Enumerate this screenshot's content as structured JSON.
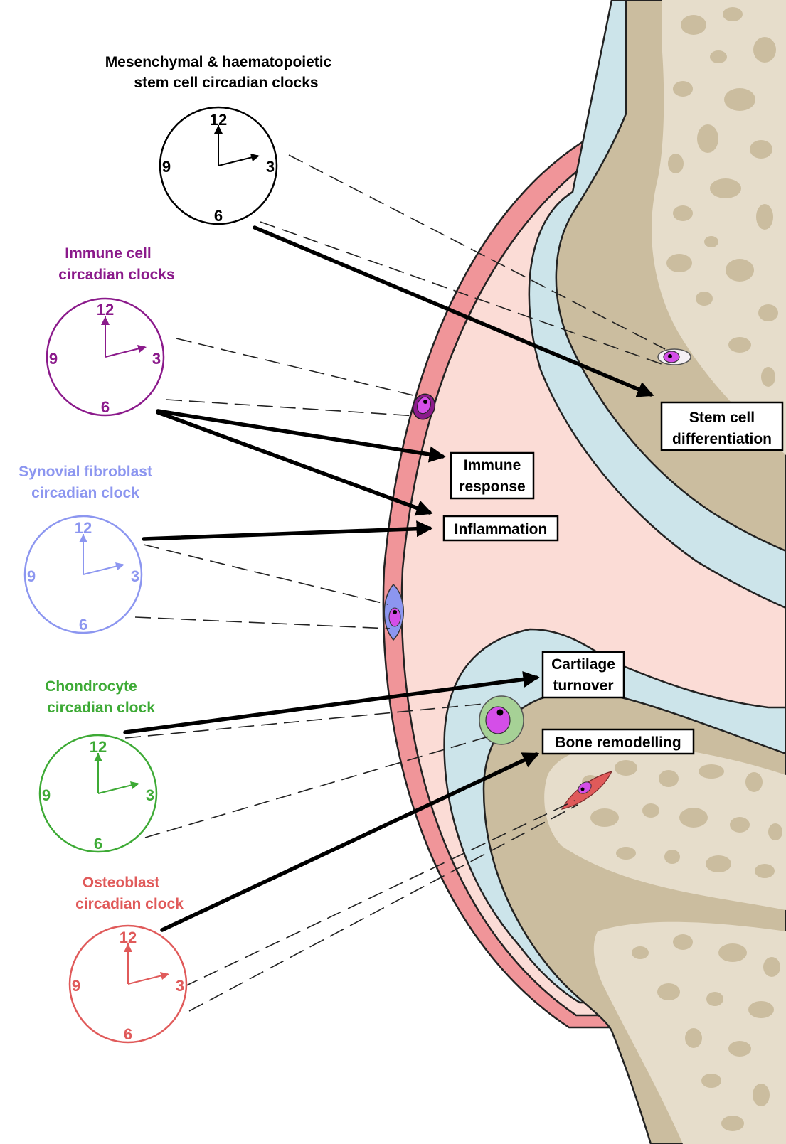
{
  "colors": {
    "bone_outer": "#cbbd9f",
    "bone_inner": "#e6ddcb",
    "bone_pore": "#cbbd9f",
    "cartilage": "#cce4ea",
    "synovial_fluid": "#fbdcd6",
    "capsule": "#f09599",
    "outline": "#222222",
    "stem": "#000000",
    "immune": "#8b1a8b",
    "fibroblast": "#8c96f0",
    "chondrocyte": "#3daa35",
    "osteoblast": "#e05a5a",
    "nucleus": "#d44ee8"
  },
  "clocks": [
    {
      "key": "stem",
      "title_lines": [
        "Mesenchymal & haematopoietic",
        "stem cell circadian clocks"
      ],
      "numerals": {
        "n12": "12",
        "n3": "3",
        "n6": "6",
        "n9": "9"
      },
      "color": "#000000"
    },
    {
      "key": "immune",
      "title_lines": [
        "Immune cell",
        "circadian clocks"
      ],
      "numerals": {
        "n12": "12",
        "n3": "3",
        "n6": "6",
        "n9": "9"
      },
      "color": "#8b1a8b"
    },
    {
      "key": "fibroblast",
      "title_lines": [
        "Synovial fibroblast",
        "circadian clock"
      ],
      "numerals": {
        "n12": "12",
        "n3": "3",
        "n6": "6",
        "n9": "9"
      },
      "color": "#8c96f0"
    },
    {
      "key": "chondrocyte",
      "title_lines": [
        "Chondrocyte",
        "circadian clock"
      ],
      "numerals": {
        "n12": "12",
        "n3": "3",
        "n6": "6",
        "n9": "9"
      },
      "color": "#3daa35"
    },
    {
      "key": "osteoblast",
      "title_lines": [
        "Osteoblast",
        "circadian clock"
      ],
      "numerals": {
        "n12": "12",
        "n3": "3",
        "n6": "6",
        "n9": "9"
      },
      "color": "#e05a5a"
    }
  ],
  "outcomes": {
    "stem_cell_differentiation": [
      "Stem cell",
      "differentiation"
    ],
    "immune_response": [
      "Immune",
      "response"
    ],
    "inflammation": [
      "Inflammation"
    ],
    "cartilage_turnover": [
      "Cartilage",
      "turnover"
    ],
    "bone_remodelling": [
      "Bone remodelling"
    ]
  }
}
